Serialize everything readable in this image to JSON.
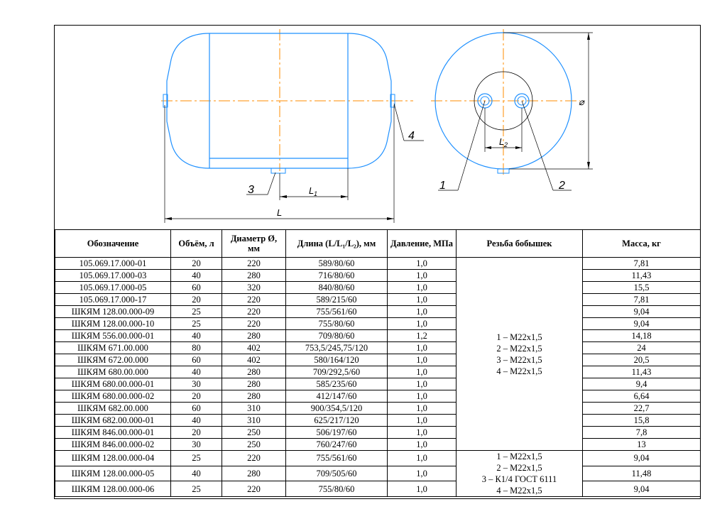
{
  "drawing": {
    "callouts": [
      "1",
      "2",
      "3",
      "4"
    ],
    "dim_L": "L",
    "dim_L1": "L",
    "dim_L1_sub": "1",
    "dim_L2": "L",
    "dim_L2_sub": "2",
    "dim_D": "⌀"
  },
  "table": {
    "headers": {
      "designation": "Обозначение",
      "volume": "Объём, л",
      "diameter": "Диаметр Ø, мм",
      "length": "Длина (L/L₁/L₂), мм",
      "pressure": "Давление, МПа",
      "thread": "Резьба бобышек",
      "mass": "Масса, кг"
    },
    "thread_group_1": [
      "1 – М22х1,5",
      "2 – М22х1,5",
      "3 – М22х1,5",
      "4 – М22х1,5"
    ],
    "thread_group_2": [
      "1 – М22х1,5",
      "2 – М22х1,5",
      "3 – К1/4 ГОСТ 6111",
      "4 – М22х1,5"
    ],
    "rows": [
      {
        "designation": "105.069.17.000-01",
        "volume": "20",
        "diameter": "220",
        "length": "589/80/60",
        "pressure": "1,0",
        "mass": "7,81"
      },
      {
        "designation": "105.069.17.000-03",
        "volume": "40",
        "diameter": "280",
        "length": "716/80/60",
        "pressure": "1,0",
        "mass": "11,43"
      },
      {
        "designation": "105.069.17.000-05",
        "volume": "60",
        "diameter": "320",
        "length": "840/80/60",
        "pressure": "1,0",
        "mass": "15,5"
      },
      {
        "designation": "105.069.17.000-17",
        "volume": "20",
        "diameter": "220",
        "length": "589/215/60",
        "pressure": "1,0",
        "mass": "7,81"
      },
      {
        "designation": "ШКЯМ 128.00.000-09",
        "volume": "25",
        "diameter": "220",
        "length": "755/561/60",
        "pressure": "1,0",
        "mass": "9,04"
      },
      {
        "designation": "ШКЯМ 128.00.000-10",
        "volume": "25",
        "diameter": "220",
        "length": "755/80/60",
        "pressure": "1,0",
        "mass": "9,04"
      },
      {
        "designation": "ШКЯМ 556.00.000-01",
        "volume": "40",
        "diameter": "280",
        "length": "709/80/60",
        "pressure": "1,2",
        "mass": "14,18"
      },
      {
        "designation": "ШКЯМ 671.00.000",
        "volume": "80",
        "diameter": "402",
        "length": "753,5/245,75/120",
        "pressure": "1,0",
        "mass": "24"
      },
      {
        "designation": "ШКЯМ 672.00.000",
        "volume": "60",
        "diameter": "402",
        "length": "580/164/120",
        "pressure": "1,0",
        "mass": "20,5"
      },
      {
        "designation": "ШКЯМ 680.00.000",
        "volume": "40",
        "diameter": "280",
        "length": "709/292,5/60",
        "pressure": "1,0",
        "mass": "11,43"
      },
      {
        "designation": "ШКЯМ 680.00.000-01",
        "volume": "30",
        "diameter": "280",
        "length": "585/235/60",
        "pressure": "1,0",
        "mass": "9,4"
      },
      {
        "designation": "ШКЯМ 680.00.000-02",
        "volume": "20",
        "diameter": "280",
        "length": "412/147/60",
        "pressure": "1,0",
        "mass": "6,64"
      },
      {
        "designation": "ШКЯМ 682.00.000",
        "volume": "60",
        "diameter": "310",
        "length": "900/354,5/120",
        "pressure": "1,0",
        "mass": "22,7"
      },
      {
        "designation": "ШКЯМ 682.00.000-01",
        "volume": "40",
        "diameter": "310",
        "length": "625/217/120",
        "pressure": "1,0",
        "mass": "15,8"
      },
      {
        "designation": "ШКЯМ 846.00.000-01",
        "volume": "20",
        "diameter": "250",
        "length": "506/197/60",
        "pressure": "1,0",
        "mass": "7,8"
      },
      {
        "designation": "ШКЯМ 846.00.000-02",
        "volume": "30",
        "diameter": "250",
        "length": "760/247/60",
        "pressure": "1,0",
        "mass": "13"
      },
      {
        "designation": "ШКЯМ 128.00.000-04",
        "volume": "25",
        "diameter": "220",
        "length": "755/561/60",
        "pressure": "1,0",
        "mass": "9,04"
      },
      {
        "designation": "ШКЯМ 128.00.000-05",
        "volume": "40",
        "diameter": "280",
        "length": "709/505/60",
        "pressure": "1,0",
        "mass": "11,48"
      },
      {
        "designation": "ШКЯМ 128.00.000-06",
        "volume": "25",
        "diameter": "220",
        "length": "755/80/60",
        "pressure": "1,0",
        "mass": "9,04"
      }
    ]
  },
  "colors": {
    "outline": "#1e90ff",
    "centerline": "#ff8c00",
    "ink": "#000000"
  }
}
